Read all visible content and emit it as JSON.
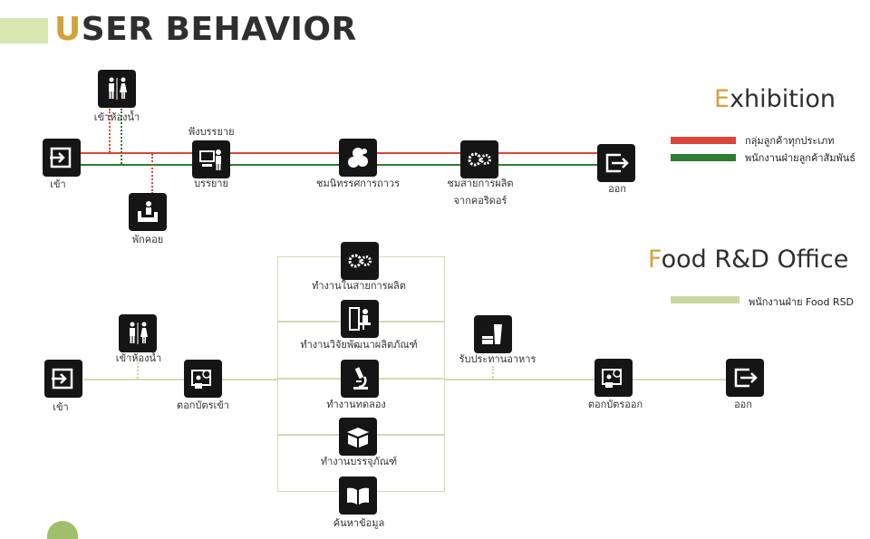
{
  "header": {
    "title_first": "U",
    "title_rest": "SER BEHAVIOR"
  },
  "colors": {
    "red": "#d9473c",
    "green": "#2e7d32",
    "light_green": "#c9d8a2",
    "gold": "#d4a23a",
    "icon_bg": "#151515"
  },
  "exhibition": {
    "title_first": "E",
    "title_rest": "xhibition",
    "legend": [
      {
        "label": "กลุ่มลูกค้าทุกประเภท",
        "color": "#d9473c"
      },
      {
        "label": "พนักงานฝ่ายลูกค้าสัมพันธ์",
        "color": "#2e7d32"
      }
    ],
    "nodes": {
      "enter": "เข้า",
      "toilet": "เข้าห้องน้ำ",
      "listen_top": "ฟังบรรยาย",
      "listen_bottom": "บรรยาย",
      "rest": "พักคอย",
      "permanent_exhibit": "ชมนิทรรศการถาวร",
      "production_line_1": "ชมสายการผลิต",
      "production_line_2": "จากคอริดอร์",
      "exit": "ออก"
    }
  },
  "food_office": {
    "title_first": "F",
    "title_rest": "ood R&D Office",
    "legend": [
      {
        "label": "พนักงานฝ่าย Food RSD",
        "color": "#c9d8a2"
      }
    ],
    "nodes": {
      "enter": "เข้า",
      "toilet": "เข้าห้องน้ำ",
      "clock_in": "ตอกบัตรเข้า",
      "production": "ทำงานในสายการผลิต",
      "research": "ทำงานวิจัยพัฒนาผลิตภัณฑ์",
      "lab": "ทำงานทดลอง",
      "packaging": "ทำงานบรรจุภัณฑ์",
      "search": "ค้นหาข้อมูล",
      "eat": "รับประทานอาหาร",
      "clock_out": "ตอกบัตรออก",
      "exit": "ออก"
    }
  }
}
